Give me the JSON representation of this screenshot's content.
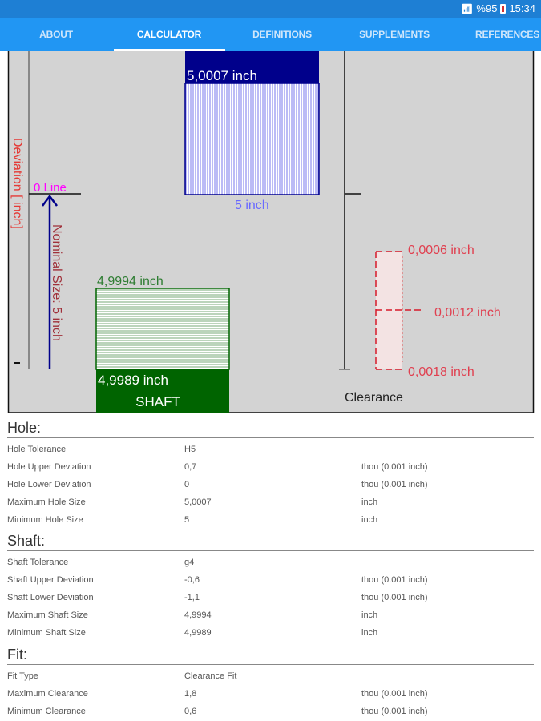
{
  "status_bar": {
    "battery": "%95",
    "time": "15:34",
    "icons": [
      "wifi-icon",
      "battery-icon"
    ]
  },
  "tabs": [
    {
      "label": "ABOUT",
      "active": false
    },
    {
      "label": "CALCULATOR",
      "active": true
    },
    {
      "label": "DEFINITIONS",
      "active": false
    },
    {
      "label": "SUPPLEMENTS",
      "active": false
    },
    {
      "label": "REFERENCES",
      "active": false
    }
  ],
  "diagram": {
    "deviation_axis_label": "Deviation [ inch]",
    "zero_line_label": "0 Line",
    "nominal_size_label": "Nominal Size: 5 inch",
    "hole_max_label": "5,0007 inch",
    "hole_min_label": "5 inch",
    "shaft_max_label": "4,9994 inch",
    "shaft_min_label": "4,9989 inch",
    "shaft_label": "SHAFT",
    "clearance_min_label": "0,0006 inch",
    "clearance_avg_label": "0,0012 inch",
    "clearance_max_label": "0,0018 inch",
    "clearance_label": "Clearance",
    "colors": {
      "hole": "#00008b",
      "shaft": "#006400",
      "clearance": "#d81b2a",
      "zero_line": "#ff00ff",
      "background": "#d3d3d3"
    }
  },
  "sections": [
    {
      "title": "Hole:",
      "rows": [
        {
          "label": "Hole Tolerance",
          "value": "H5",
          "unit": ""
        },
        {
          "label": "Hole Upper Deviation",
          "value": "0,7",
          "unit": "thou (0.001 inch)"
        },
        {
          "label": "Hole Lower Deviation",
          "value": "0",
          "unit": "thou (0.001 inch)"
        },
        {
          "label": "Maximum Hole Size",
          "value": "5,0007",
          "unit": "inch"
        },
        {
          "label": "Minimum Hole Size",
          "value": "5",
          "unit": "inch"
        }
      ]
    },
    {
      "title": "Shaft:",
      "rows": [
        {
          "label": "Shaft Tolerance",
          "value": "g4",
          "unit": ""
        },
        {
          "label": "Shaft Upper Deviation",
          "value": "-0,6",
          "unit": "thou (0.001 inch)"
        },
        {
          "label": "Shaft Lower Deviation",
          "value": "-1,1",
          "unit": "thou (0.001 inch)"
        },
        {
          "label": "Maximum Shaft Size",
          "value": "4,9994",
          "unit": "inch"
        },
        {
          "label": "Minimum Shaft Size",
          "value": "4,9989",
          "unit": "inch"
        }
      ]
    },
    {
      "title": "Fit:",
      "rows": [
        {
          "label": "Fit Type",
          "value": "Clearance Fit",
          "unit": ""
        },
        {
          "label": "Maximum Clearance",
          "value": "1,8",
          "unit": "thou (0.001 inch)"
        },
        {
          "label": "Minimum Clearance",
          "value": "0,6",
          "unit": "thou (0.001 inch)"
        }
      ]
    }
  ]
}
